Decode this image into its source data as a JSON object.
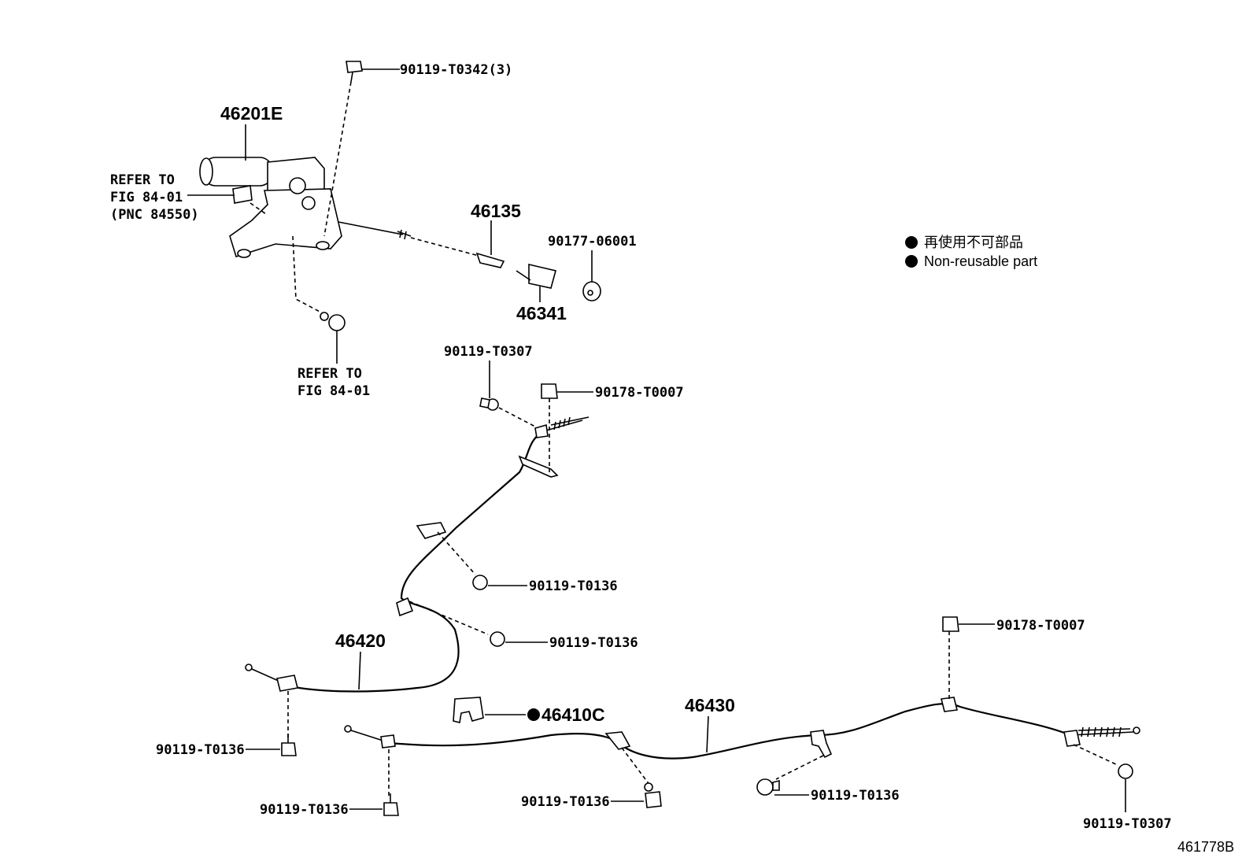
{
  "diagram": {
    "figure_id": "461778B",
    "labels": {
      "p_90119_T0342": "90119-T0342(3)",
      "p_46201E": "46201E",
      "refer_fig_a_line1": "REFER TO",
      "refer_fig_a_line2": "FIG 84-01",
      "refer_fig_a_line3": "(PNC 84550)",
      "p_46135": "46135",
      "p_90177_06001": "90177-06001",
      "p_46341": "46341",
      "refer_fig_b_line1": "REFER TO",
      "refer_fig_b_line2": "FIG 84-01",
      "p_90119_T0307_top": "90119-T0307",
      "p_90178_T0007_top": "90178-T0007",
      "p_90119_T0136_a": "90119-T0136",
      "p_90119_T0136_b": "90119-T0136",
      "p_46420": "46420",
      "p_90178_T0007_right": "90178-T0007",
      "p_46430": "46430",
      "p_46410C": "46410C",
      "p_90119_T0136_c": "90119-T0136",
      "p_90119_T0136_d": "90119-T0136",
      "p_90119_T0136_e": "90119-T0136",
      "p_90119_T0136_f": "90119-T0136",
      "p_90119_T0307_bottom": "90119-T0307"
    },
    "legend": {
      "japanese": "再使用不可部品",
      "english": "Non-reusable part"
    }
  }
}
